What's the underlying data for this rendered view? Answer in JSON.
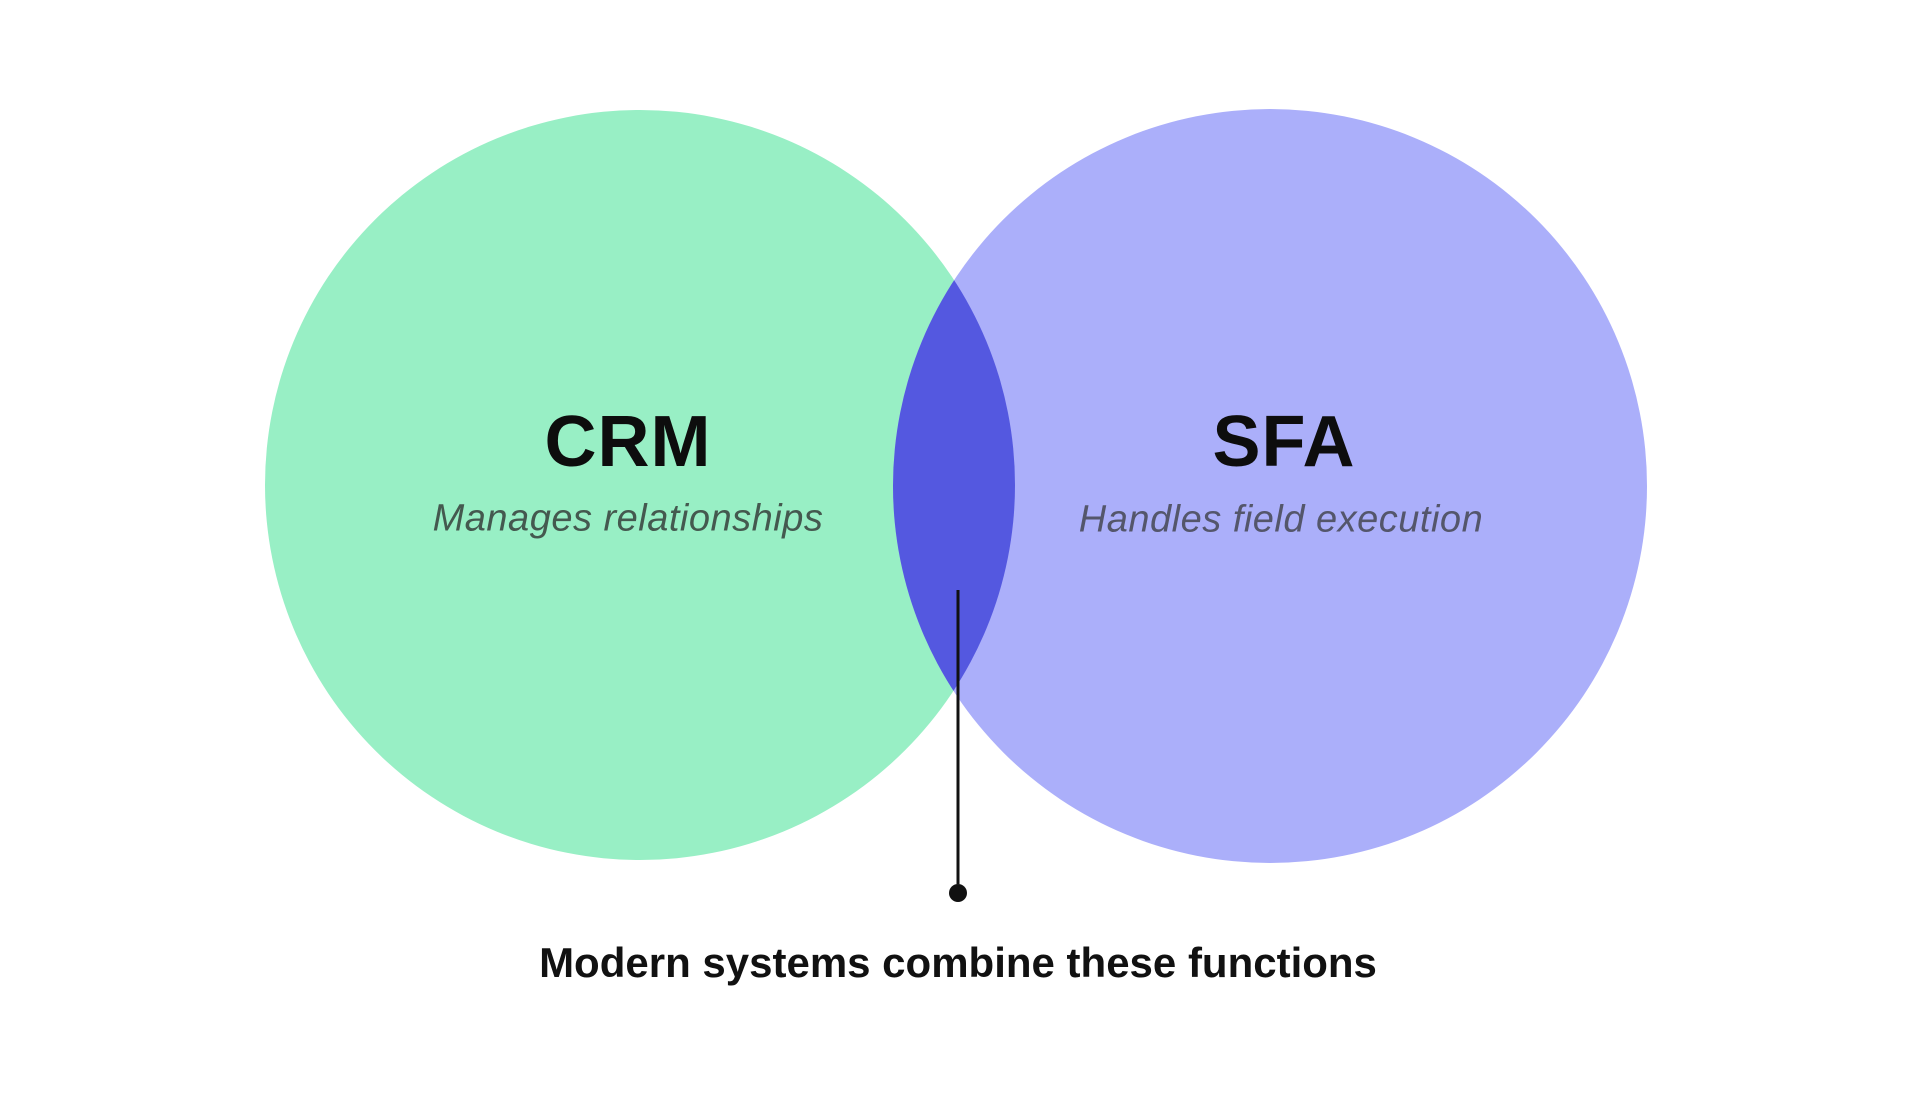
{
  "diagram": {
    "type": "venn",
    "left_set": {
      "title": "CRM",
      "subtitle": "Manages relationships",
      "circle_color": "#98efc5",
      "subtitle_color": "#44594f"
    },
    "right_set": {
      "title": "SFA",
      "subtitle": "Handles field execution",
      "circle_color": "#abaffa",
      "subtitle_color": "#54566b"
    },
    "overlap": {
      "color": "#5458e0",
      "annotation": "Modern systems combine these functions",
      "connector_color": "#111111"
    },
    "background_color": "#ffffff",
    "title_color": "#0d0d0d",
    "caption_color": "#111111"
  }
}
